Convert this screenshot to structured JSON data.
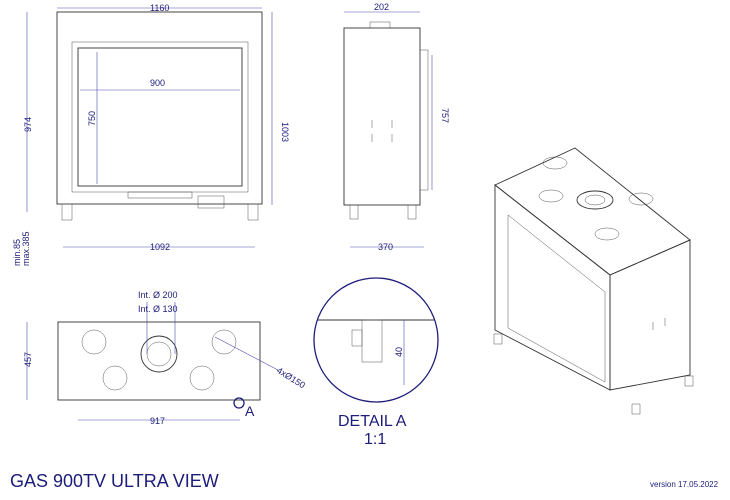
{
  "title": "GAS 900TV ULTRA VIEW",
  "version": "version 17.05.2022",
  "front_view": {
    "width_total": "1160",
    "height_left": "974",
    "height_right": "1003",
    "glass_width": "900",
    "glass_height": "750",
    "feet_width": "1092",
    "feet_min": "min.85",
    "feet_max": "max.385"
  },
  "side_view": {
    "top_width": "202",
    "height": "757",
    "depth": "370"
  },
  "top_view": {
    "depth": "457",
    "width": "917",
    "flue_outer": "Int.  Ø 200",
    "flue_inner": "Int.  Ø 130",
    "holes": "4xØ150",
    "detail_marker": "A"
  },
  "detail": {
    "label": "DETAIL A",
    "scale": "1:1",
    "dimension": "40"
  },
  "colors": {
    "dimension": "#1c1c7a",
    "outline": "#333333"
  }
}
